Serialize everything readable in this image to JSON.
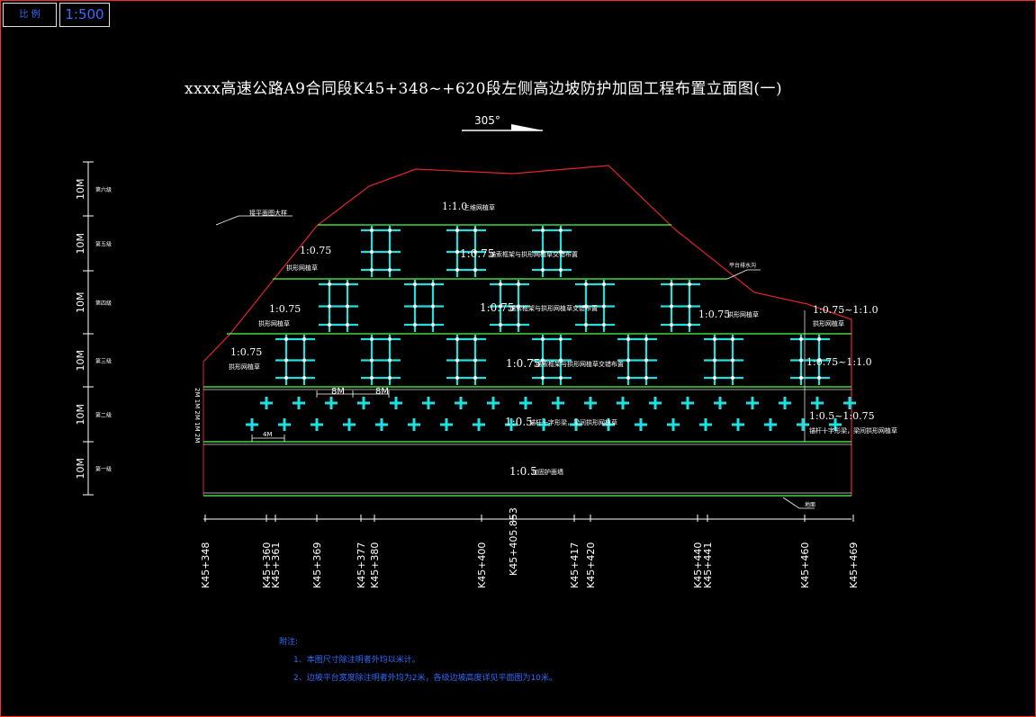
{
  "header": {
    "label": "比 例",
    "scale": "1:500",
    "title": "xxxx高速公路A9合同段K45+348~+620段左侧高边坡防护加固工程布置立面图(一)"
  },
  "colors": {
    "frame": "#ff2a2a",
    "terrain": "#e3242b",
    "berm": "#4cff4c",
    "frame_beam": "#1fe0e0",
    "text_blue": "#2f6bff"
  },
  "direction": {
    "angle": "305°"
  },
  "levels": {
    "height_labels": [
      "10M",
      "10M",
      "10M",
      "10M",
      "10M",
      "10M"
    ],
    "names": [
      "第六级",
      "第五级",
      "第四级",
      "第三级",
      "第二级",
      "第一级"
    ]
  },
  "slopes": {
    "s6": "1:1.0",
    "s6_desc": "三维网植草",
    "s5_left": "1:0.75",
    "s5_left_desc": "拱形网植草",
    "s5_mid": "1:0.75",
    "s5_mid_desc": "锚索框架与拱形网植草交错布置",
    "s4_left": "1:0.75",
    "s4_left_desc": "拱形网植草",
    "s4_mid": "1:0.75",
    "s4_mid_desc": "锚索框架与拱形网植草交错布置",
    "s4_right": "1:0.75",
    "s4_right_desc": "拱形网植草",
    "s4_far": "1:0.75~1:1.0",
    "s4_far_desc": "拱形网植草",
    "s3_left": "1:0.75",
    "s3_left_desc": "拱形网植草",
    "s3_mid": "1:0.75",
    "s3_mid_desc": "锚索框架与拱形网植草交错布置",
    "s3_far": "1:0.75~1:1.0",
    "s2_mid": "1:0.5",
    "s2_mid_desc": "锚杆十字形梁，梁间拱形网植草",
    "s2_far": "1:0.5~1:0.75",
    "s2_far_desc": "锚杆十字形梁，梁间拱形网植草",
    "s1_mid": "1:0.5",
    "s1_mid_desc": "加固护面墙"
  },
  "callouts": {
    "top_left": "接平面图大样",
    "platform": "平台排水沟",
    "ground": "地面"
  },
  "dims": {
    "d1": "8M",
    "d2": "8M",
    "d3": "4M",
    "side": "2M 1M 2M 1M 2M"
  },
  "chainage": [
    "K45+348",
    "K45+360",
    "K45+361",
    "K45+369",
    "K45+377",
    "K45+380",
    "K45+400",
    "K45+405.853",
    "K45+417",
    "K45+420",
    "K45+440",
    "K45+441",
    "K45+460",
    "K45+469"
  ],
  "notes": {
    "heading": "附注:",
    "n1": "1、本图尺寸除注明者外均以米计。",
    "n2": "2、边坡平台宽度除注明者外均为2米，各级边坡高度详见平面图为10米。"
  }
}
